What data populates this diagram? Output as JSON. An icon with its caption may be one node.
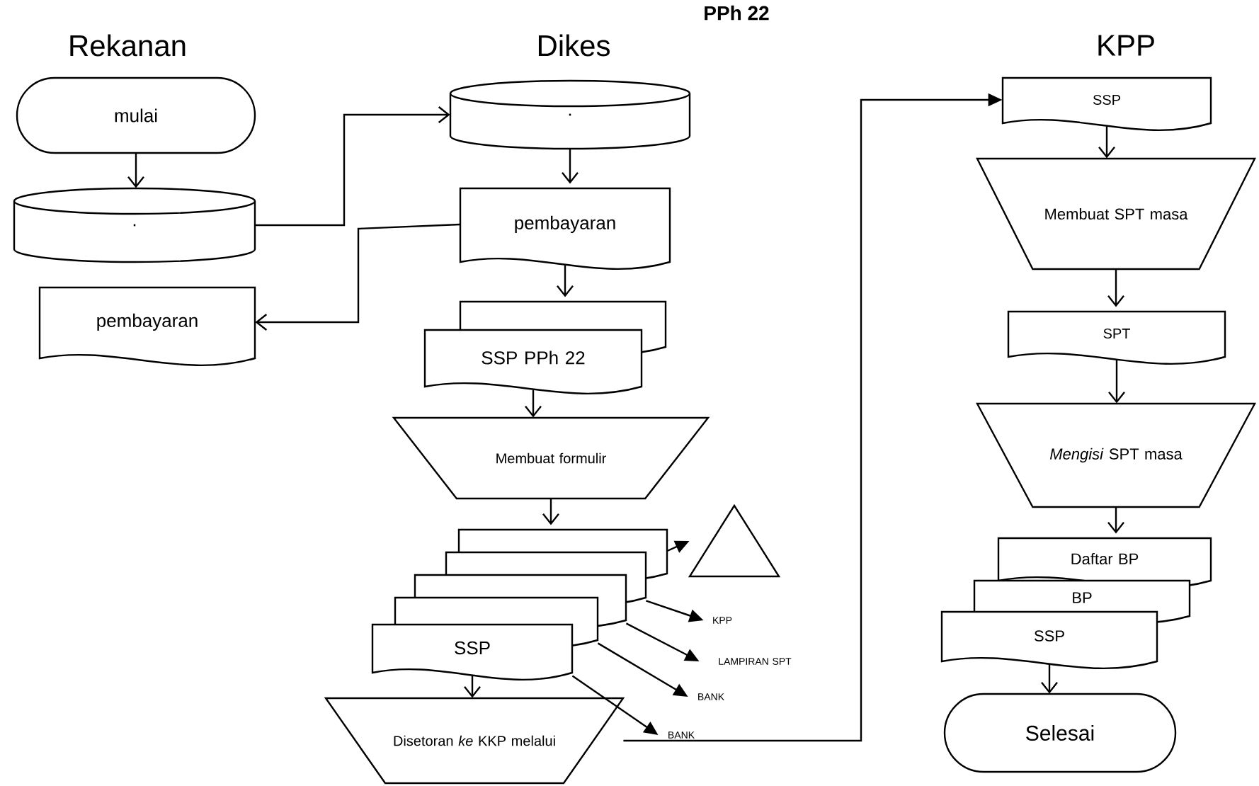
{
  "diagram": {
    "title": "PPh 22",
    "nodes": [
      {
        "text": [
          "mulai"
        ]
      },
      {
        "text": [
          "."
        ]
      },
      {
        "text": [
          "pembayaran"
        ]
      },
      {
        "text": [
          "."
        ]
      },
      {
        "text": [
          "pembayaran"
        ]
      },
      {
        "text": [],
        "shape": "document"
      },
      {
        "text": [
          "SSP PPh 22"
        ]
      },
      {
        "text": [
          "Membuat formulir"
        ]
      },
      {
        "text": [],
        "shape": "document"
      },
      {
        "text": [],
        "shape": "document"
      },
      {
        "text": [],
        "shape": "document"
      },
      {
        "text": [],
        "shape": "document"
      },
      {
        "text": [
          "SSP"
        ]
      },
      {
        "text": [],
        "shape": "triangle"
      },
      {
        "text": [
          "KPP"
        ]
      },
      {
        "text": [
          "LAMPIRAN SPT"
        ]
      },
      {
        "text": [
          "BANK"
        ]
      },
      {
        "text": [
          "BANK"
        ]
      },
      {
        "text": [
          "Disetoran *ke* KKP melalui"
        ]
      },
      {
        "text": [
          "SSP"
        ]
      },
      {
        "text": [
          "Membuat SPT masa"
        ]
      },
      {
        "text": [
          "SPT"
        ]
      },
      {
        "text": [
          "*Mengisi* SPT masa"
        ]
      },
      {
        "text": [
          "Daftar BP"
        ]
      },
      {
        "text": [
          "BP"
        ]
      },
      {
        "text": [
          "SSP"
        ]
      },
      {
        "text": [
          "Selesai"
        ]
      }
    ],
    "edges": [
      {
        "from": 0,
        "to": 1,
        "arrow": "to"
      },
      {
        "from": 1,
        "to": 3,
        "arrow": "to"
      },
      {
        "from": 4,
        "to": 2,
        "arrow": "to"
      },
      {
        "from": 3,
        "to": 4,
        "arrow": "to"
      },
      {
        "from": 4,
        "to": 5,
        "arrow": "to"
      },
      {
        "from": 6,
        "to": 7,
        "arrow": "to"
      },
      {
        "from": 7,
        "to": 8,
        "arrow": "to"
      },
      {
        "from": 8,
        "to": 13,
        "arrow": "to"
      },
      {
        "from": 9,
        "to": 14,
        "arrow": "to"
      },
      {
        "from": 10,
        "to": 15,
        "arrow": "to"
      },
      {
        "from": 11,
        "to": 16,
        "arrow": "to"
      },
      {
        "from": 12,
        "to": 17,
        "arrow": "to"
      },
      {
        "from": 12,
        "to": 18,
        "arrow": "to"
      },
      {
        "from": 18,
        "to": 19,
        "arrow": "to"
      },
      {
        "from": 19,
        "to": 20,
        "arrow": "to"
      },
      {
        "from": 20,
        "to": 21,
        "arrow": "to"
      },
      {
        "from": 21,
        "to": 22,
        "arrow": "to"
      },
      {
        "from": 22,
        "to": 23,
        "arrow": "to"
      },
      {
        "from": 25,
        "to": 26,
        "arrow": "to"
      }
    ],
    "labels": [
      "Rekanan",
      "Dikes",
      "KPP"
    ]
  }
}
